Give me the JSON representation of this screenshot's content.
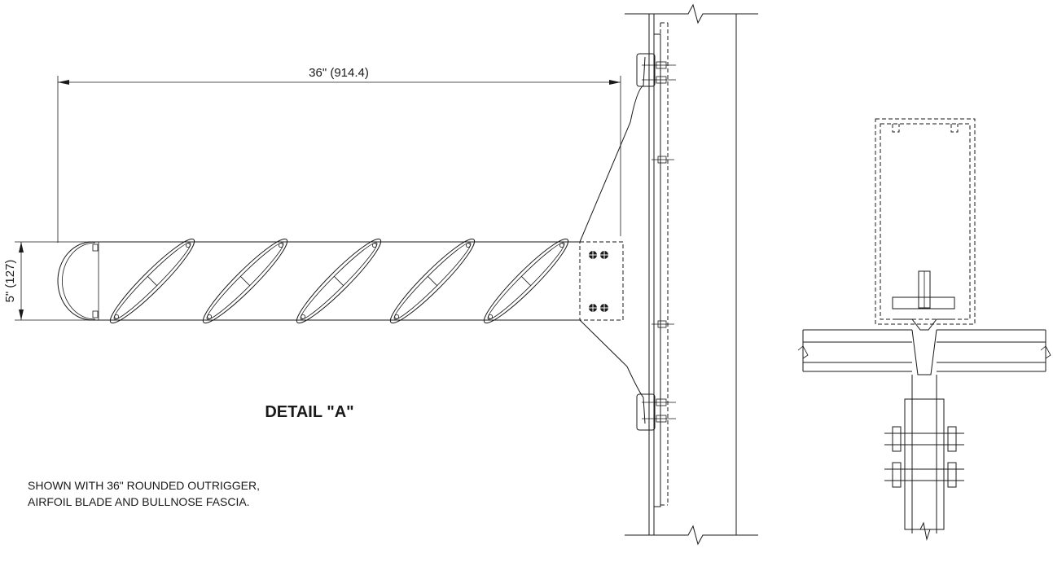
{
  "dimensions": {
    "length_label": "36\" (914.4)",
    "height_label": "5\" (127)"
  },
  "detail_title": "DETAIL \"A\"",
  "note_lines": [
    "SHOWN WITH 36\" ROUNDED OUTRIGGER,",
    "AIRFOIL BLADE AND BULLNOSE FASCIA."
  ]
}
